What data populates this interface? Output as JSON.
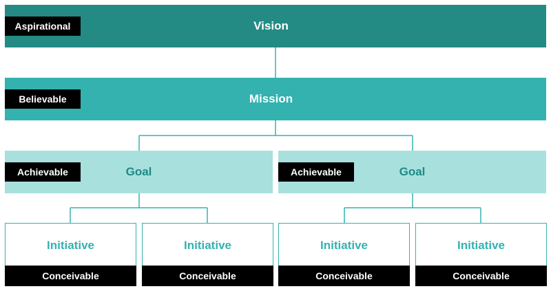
{
  "vision": {
    "title": "Vision",
    "tag": "Aspirational"
  },
  "mission": {
    "title": "Mission",
    "tag": "Believable"
  },
  "goals": [
    {
      "title": "Goal",
      "tag": "Achievable"
    },
    {
      "title": "Goal",
      "tag": "Achievable"
    }
  ],
  "initiatives": [
    {
      "title": "Initiative",
      "footer": "Conceivable"
    },
    {
      "title": "Initiative",
      "footer": "Conceivable"
    },
    {
      "title": "Initiative",
      "footer": "Conceivable"
    },
    {
      "title": "Initiative",
      "footer": "Conceivable"
    }
  ],
  "colors": {
    "vision": "#238b84",
    "mission": "#33b2b0",
    "goal": "#a8e0de",
    "goal_text": "#1f8a86",
    "initiative_text": "#33b2b0",
    "label_bg": "#000000",
    "connector": "#33b2b0"
  }
}
